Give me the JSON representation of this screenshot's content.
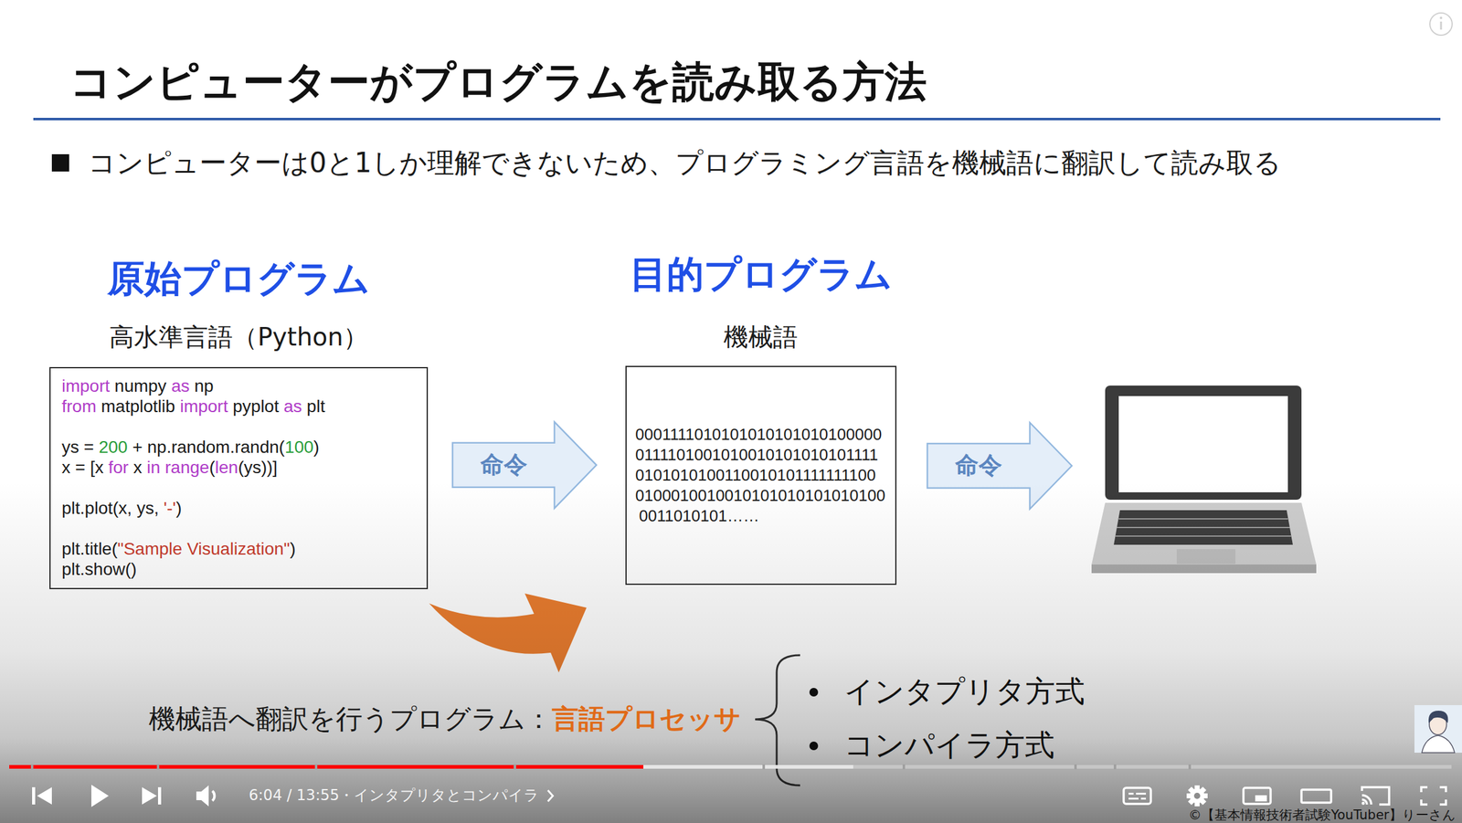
{
  "diagram": {
    "title": "コンピューターがプログラムを読み取る方法",
    "nodes": [
      {
        "text": [
          "原始プログラム",
          "高水準言語（Python）",
          "import numpy as np",
          "from matplotlib import pyplot as plt",
          "ys = 200 + np.random.randn(100)",
          "x = [x for x in range(len(ys))]",
          "plt.plot(x, ys, '-')",
          "plt.title(\"Sample Visualization\")",
          "plt.show()"
        ]
      },
      {
        "text": [
          "目的プログラム",
          "機械語",
          "0001111010101010101010100000",
          "0111101001010010101010101111",
          "0101010100110010101111111100",
          "0100010010010101010101010100",
          "0011010101……"
        ]
      }
    ],
    "edges": [
      {
        "from": 0,
        "to": 1,
        "label": "命令",
        "arrow": "to"
      }
    ],
    "labels": [
      "コンピューターは0と1しか理解できないため、プログラミング言語を機械語に翻訳して読み取る",
      "命令",
      "機械語へ翻訳を行うプログラム：",
      "言語プロセッサ",
      "インタプリタ方式",
      "コンパイラ方式",
      "6:04 / 13:55",
      "・インタプリタとコンパイラ",
      "©【基本情報技術者試験YouTuber】りーさん"
    ]
  }
}
